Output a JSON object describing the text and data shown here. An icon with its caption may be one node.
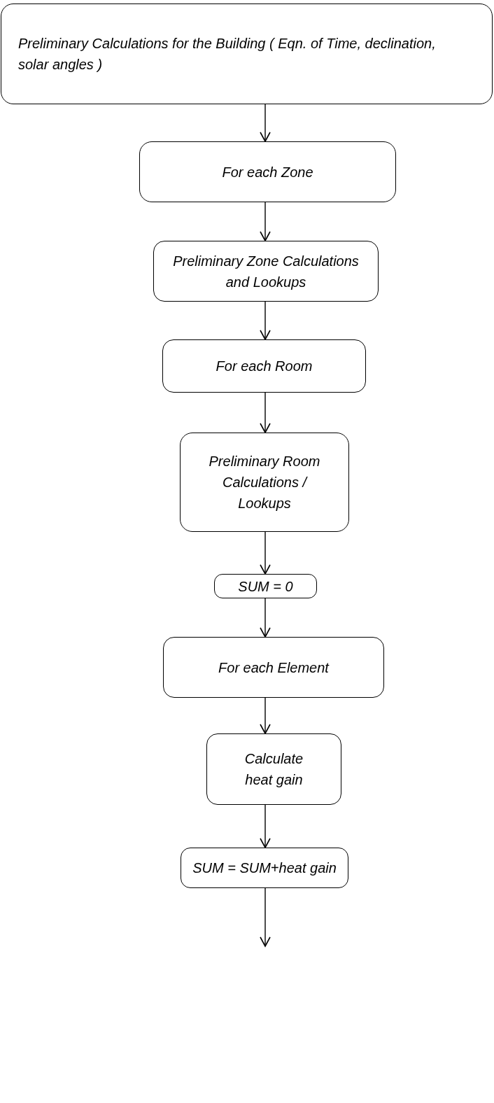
{
  "diagram": {
    "nodes": [
      {
        "text": [
          "Preliminary Calculations for the Building ( Eqn. of Time, declination, solar angles )"
        ]
      },
      {
        "text": [
          "For each Zone"
        ]
      },
      {
        "text": [
          "Preliminary Zone Calculations and Lookups"
        ]
      },
      {
        "text": [
          "For each Room"
        ]
      },
      {
        "text": [
          "Preliminary Room Calculations / Lookups"
        ]
      },
      {
        "text": [
          "SUM = 0"
        ]
      },
      {
        "text": [
          "For each Element"
        ]
      },
      {
        "text": [
          "Calculate heat gain"
        ]
      },
      {
        "text": [
          "SUM = SUM+heat gain"
        ]
      }
    ],
    "edges": [
      {
        "from": 0,
        "to": 1,
        "arrow": "to"
      },
      {
        "from": 1,
        "to": 2,
        "arrow": "to"
      },
      {
        "from": 2,
        "to": 3,
        "arrow": "to"
      },
      {
        "from": 3,
        "to": 4,
        "arrow": "to"
      },
      {
        "from": 4,
        "to": 5,
        "arrow": "to"
      },
      {
        "from": 5,
        "to": 6,
        "arrow": "to"
      },
      {
        "from": 6,
        "to": 7,
        "arrow": "to"
      },
      {
        "from": 7,
        "to": 8,
        "arrow": "to"
      },
      {
        "from": 8,
        "to": null,
        "arrow": "to"
      }
    ]
  }
}
